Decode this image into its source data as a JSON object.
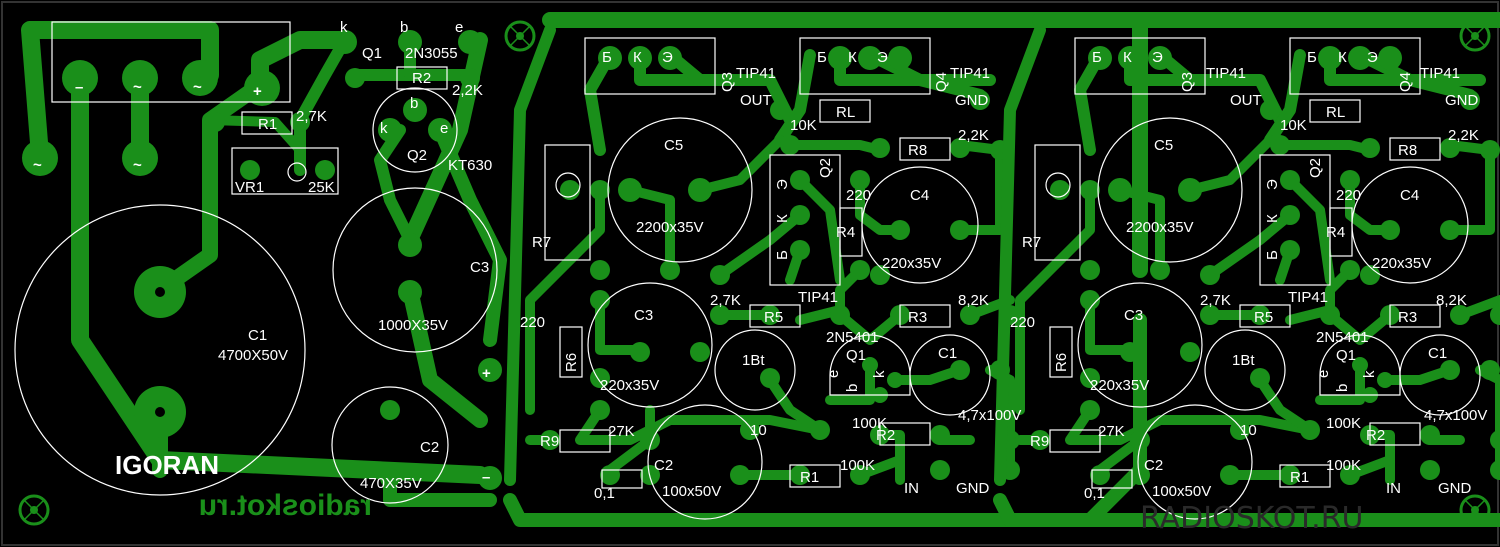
{
  "colors": {
    "copper": "#1a8f1a",
    "silk": "#ffffff",
    "board": "#000000",
    "watermark": "#2a2a2a"
  },
  "psu": {
    "bridge_minus": "–",
    "bridge_ac1": "~",
    "bridge_ac2": "~",
    "bridge_plus": "+",
    "ac_left": "~",
    "ac_bottom": "~",
    "q1_k": "k",
    "q1_b": "b",
    "q1_e": "e",
    "q1_label": "Q1",
    "q1_part": "2N3055",
    "r2_label": "R2",
    "r2_val": "2,2K",
    "r1_label": "R1",
    "r1_val": "2,7K",
    "q2_b": "b",
    "q2_k": "k",
    "q2_e": "e",
    "q2_label": "Q2",
    "q2_part": "KT630",
    "vr1_label": "VR1",
    "vr1_val": "25K",
    "c1_label": "C1",
    "c1_val": "4700X50V",
    "c3_label": "C3",
    "c3_val": "1000X35V",
    "c2_label": "C2",
    "c2_val": "470X35V",
    "plus": "+",
    "minus": "–",
    "brand": "IGORAN",
    "mirror_site": "radioskot.ru"
  },
  "amp": {
    "q3_pins": [
      "Б",
      "К",
      "Э"
    ],
    "q3_label": "Q3",
    "q3_part": "TIP41",
    "q4_pins": [
      "Б",
      "К",
      "Э"
    ],
    "q4_label": "Q4",
    "q4_part": "TIP41",
    "out": "OUT",
    "gnd_top": "GND",
    "r10k": "10K",
    "rl": "RL",
    "r8_label": "R8",
    "r8_val": "2,2K",
    "c5_label": "C5",
    "c5_val": "2200x35V",
    "q2_label": "Q2",
    "q2_part": "TIP41",
    "q2_pins": [
      "Э",
      "К",
      "Б"
    ],
    "r7_label": "R7",
    "r4_label": "R4",
    "r4_val": "220",
    "c4_label": "C4",
    "c4_val": "220x35V",
    "r5_label": "R5",
    "r5_val": "2,7K",
    "r3_label": "R3",
    "r3_val": "8,2K",
    "c3_label": "C3",
    "c3_val": "220x35V",
    "r6_label": "R6",
    "r6_val": "220",
    "bt": "1Bt",
    "q1_label": "Q1",
    "q1_part": "2N5401",
    "q1_pins": [
      "e",
      "b",
      "k"
    ],
    "c1_label": "C1",
    "c1_val": "4,7x100V",
    "r2_label": "R2",
    "r2_val": "100K",
    "r9_label": "R9",
    "r9_val": "27K",
    "c2_label": "C2",
    "c2_val": "100x50V",
    "r1_label": "R1",
    "r1_val": "100K",
    "ten": "10",
    "cap_val": "0,1",
    "in": "IN",
    "gnd_bottom": "GND"
  },
  "watermark": "RADIOSKOT.RU"
}
